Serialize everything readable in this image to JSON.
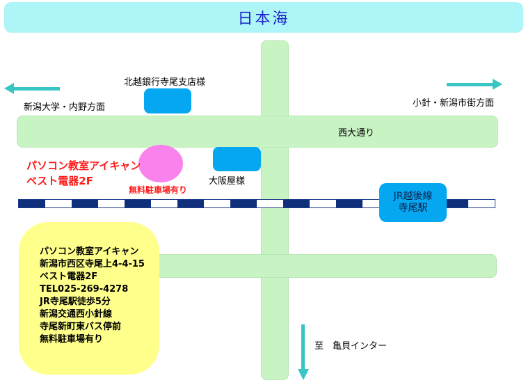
{
  "sea_label": "日本海",
  "labels": {
    "bank": "北越銀行寺尾支店様",
    "west_direction": "新潟大学・内野方面",
    "east_direction": "小針・新潟市街方面",
    "main_road": "西大通り",
    "osaka": "大阪屋様",
    "shop_line1": "パソコン教室アイキャン",
    "shop_line2": "ベスト電器2F",
    "parking": "無料駐車場有り",
    "station_line1": "JR越後線",
    "station_line2": "寺尾駅",
    "south_direction": "至　亀貝インター"
  },
  "info_box": [
    "パソコン教室アイキャン",
    "新潟市西区寺尾上4-4-15",
    "ベスト電器2F",
    "TEL025-269-4278",
    "JR寺尾駅徒歩5分",
    "新潟交通西小針線",
    "寺尾新町東バス停前",
    "無料駐車場有り"
  ],
  "colors": {
    "sea": "#aef5f8",
    "road": "#c8f4c4",
    "building": "#05a8f0",
    "shop_marker": "#f982ec",
    "highlight_text": "#ff1a1a",
    "info_box": "#ffff8c",
    "arrow": "#37c6c3",
    "rail": "#0f2f7a"
  }
}
